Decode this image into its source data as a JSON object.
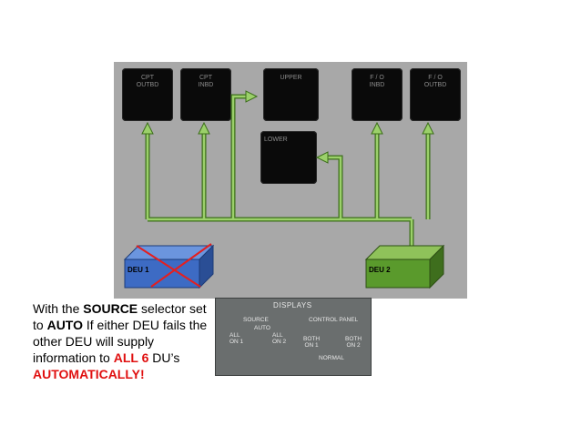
{
  "displays": {
    "cpt_outbd": "CPT\nOUTBD",
    "cpt_inbd": "CPT\nINBD",
    "upper": "UPPER",
    "lower": "LOWER",
    "fo_inbd": "F / O\nINBD",
    "fo_outbd": "F / O\nOUTBD"
  },
  "deu": {
    "deu1": "DEU 1",
    "deu2": "DEU 2",
    "deu1_status": "failed",
    "deu1_color": "#3d6bc4",
    "deu2_color": "#5a9a2c",
    "bus_color": "#8dc451"
  },
  "caption": {
    "p1": "With the ",
    "source": "SOURCE",
    "p2": " selector set to ",
    "auto": "AUTO",
    "p3": " If either DEU fails the other DEU will supply information to ",
    "all6": "ALL 6",
    "p4": " DU’s ",
    "automatically": "AUTOMATICALLY!"
  },
  "overhead_panel": {
    "title": "DISPLAYS",
    "source_label": "SOURCE",
    "source_auto": "AUTO",
    "source_all_on_1": "ALL\nON 1",
    "source_all_on_2": "ALL\nON 2",
    "control_panel_label": "CONTROL PANEL",
    "cp_both_on_1": "BOTH\nON 1",
    "cp_both_on_2": "BOTH\nON 2",
    "cp_normal": "NORMAL",
    "source_selected": "AUTO"
  }
}
